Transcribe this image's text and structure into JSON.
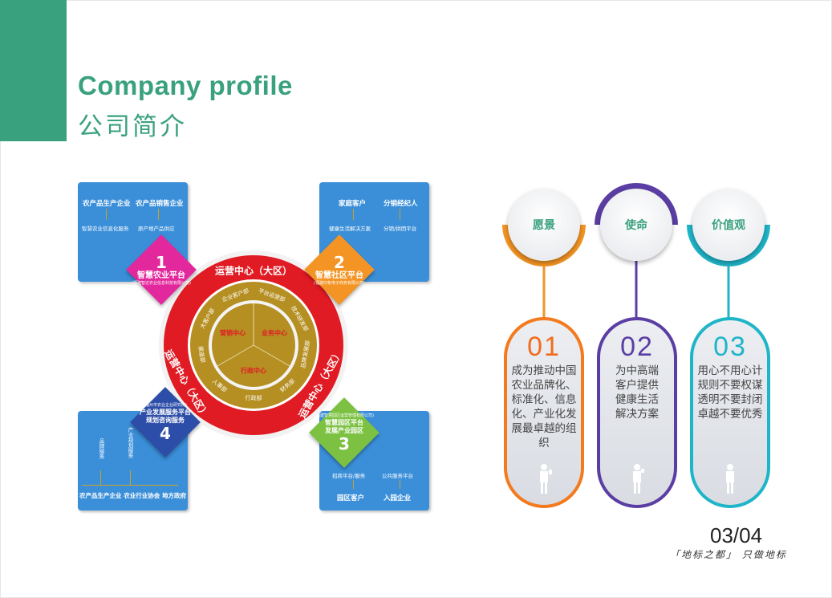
{
  "header": {
    "title": "Company profile",
    "subtitle": "公司简介"
  },
  "diagram": {
    "center": {
      "outer_label": "运营中心（大区）",
      "inner": [
        "营销中心",
        "业务中心",
        "行政中心"
      ],
      "departments": [
        "企业客户部",
        "平台运营部",
        "技术研发部",
        "品牌发展部",
        "财务部",
        "行政部",
        "人事部",
        "渠道部",
        "大客户部"
      ]
    },
    "box1": {
      "number": "1",
      "platform": "智慧农业平台",
      "sub": "(福建智达农业信息科技有限公司)",
      "top": [
        "农产品生产企业",
        "农产品销售企业"
      ],
      "bottom": [
        "智慧农业信息化服务",
        "原产地产品供应"
      ]
    },
    "box2": {
      "number": "2",
      "platform": "智慧社区平台",
      "sub": "(福建印象电子商务有限公司)",
      "top": [
        "家庭客户",
        "分销经纪人"
      ],
      "bottom": [
        "健康生活解决方案",
        "分销/拼团平台"
      ]
    },
    "box3": {
      "number": "3",
      "platform": "智慧园区平台",
      "platform2": "发展产业园区",
      "sub": "(福建智慧园区运营管理有限公司)",
      "top": [
        "招商平台/服务",
        "公共服务平台"
      ],
      "bottom": [
        "园区客户",
        "入园企业"
      ]
    },
    "box4": {
      "number": "4",
      "platform": "产业发展服务平台",
      "platform2": "规划咨询服务",
      "sub": "(福州市农业企业研究院)",
      "top": [
        "品牌服务",
        "产业规划服务"
      ],
      "bottom": [
        "农产品生产企业",
        "农业行业协会",
        "地方政府"
      ]
    }
  },
  "values": [
    {
      "title": "愿景",
      "number": "01",
      "text": "成为推动中国农业品牌化、标准化、信息化、产业化发展最卓越的组织",
      "color": "#f26b1d"
    },
    {
      "title": "使命",
      "number": "02",
      "text": "为中高端客户提供健康生活解决方案",
      "color": "#5b3ea3"
    },
    {
      "title": "价值观",
      "number": "03",
      "text": "用心不用心计规则不要权谋透明不要封闭卓越不要优秀",
      "color": "#1fb5c9"
    }
  ],
  "footer": {
    "page": "03/04",
    "slogan_left": "地标之都",
    "slogan_right": "只做地标"
  }
}
